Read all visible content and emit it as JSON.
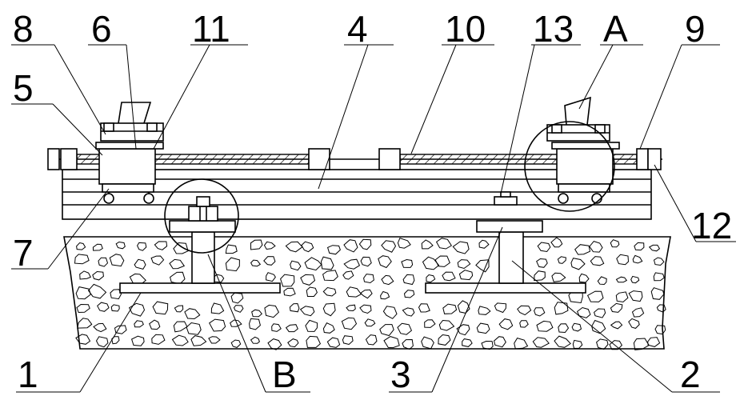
{
  "labels": {
    "l8": "8",
    "l6": "6",
    "l11": "11",
    "l4": "4",
    "l10": "10",
    "l13": "13",
    "lA": "A",
    "l9": "9",
    "l5": "5",
    "l12": "12",
    "l7": "7",
    "l1": "1",
    "lB": "B",
    "l3": "3",
    "l2": "2"
  }
}
